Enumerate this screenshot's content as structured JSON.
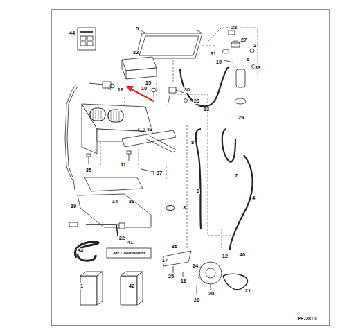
{
  "diagram": {
    "labels": [
      "44",
      "5",
      "28",
      "27",
      "2",
      "31",
      "19",
      "33",
      "32",
      "6",
      "15",
      "10",
      "18",
      "30",
      "23",
      "13",
      "29",
      "43",
      "8",
      "7",
      "11",
      "35",
      "37",
      "9",
      "4",
      "39",
      "14",
      "38",
      "3",
      "22",
      "34",
      "41",
      "Air Conditioned",
      "36",
      "17",
      "40",
      "12",
      "24",
      "25",
      "16",
      "20",
      "21",
      "26",
      "1",
      "42",
      "PE-2810"
    ]
  }
}
